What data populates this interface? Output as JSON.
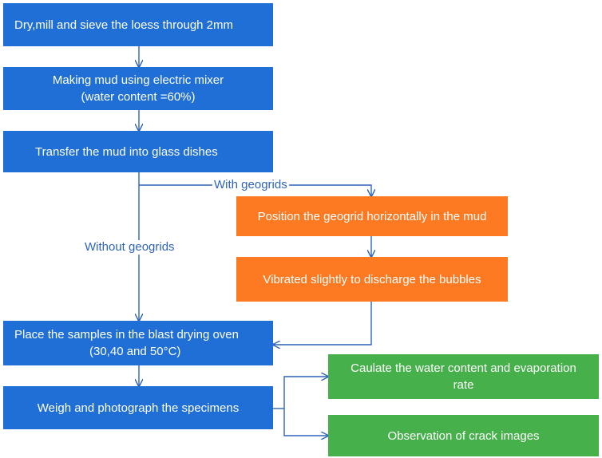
{
  "steps": {
    "dry_mill": "Dry,mill and sieve  the loess through 2mm",
    "make_mud_line1": "Making mud using electric mixer",
    "make_mud_line2": "(water content =60%)",
    "transfer": "Transfer the mud into glass dishes",
    "position_geogrid": "Position the geogrid horizontally in the mud",
    "vibrate": "Vibrated slightly to discharge the bubbles",
    "place_oven_line1": "Place the samples in the blast drying oven",
    "place_oven_line2": "(30,40 and 50°C)",
    "weigh_photo": "Weigh and photograph the specimens",
    "calculate_line1": "Caulate the water content and evaporation",
    "calculate_line2": "rate",
    "observe_cracks": "Observation of crack images"
  },
  "branch_labels": {
    "with_geogrids": "With geogrids",
    "without_geogrids": "Without geogrids"
  },
  "colors": {
    "blue_step": "#1f6fd6",
    "orange_step": "#fd7a22",
    "green_step": "#46b04a",
    "connector": "#2f63b8"
  }
}
